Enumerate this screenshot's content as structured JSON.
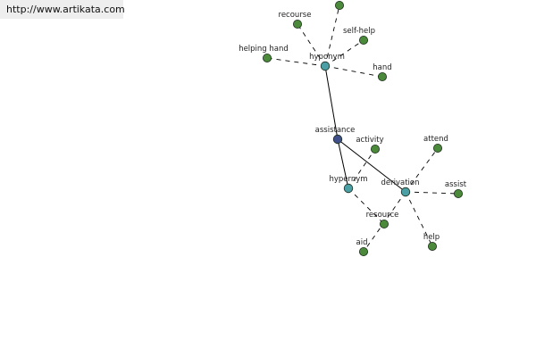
{
  "banner": {
    "url": "http://www.artikata.com"
  },
  "graph": {
    "colors": {
      "root": "#3f4f8a",
      "relation": "#4aa0a4",
      "word": "#4a8a3a",
      "node_stroke": "#1b2a1b",
      "edge": "#000000"
    },
    "nodes": [
      {
        "id": "assistance",
        "label": "assistance",
        "kind": "root"
      },
      {
        "id": "hyponym",
        "label": "hyponym",
        "kind": "relation"
      },
      {
        "id": "hypernym",
        "label": "hypernym",
        "kind": "relation"
      },
      {
        "id": "derivation",
        "label": "derivation",
        "kind": "relation"
      },
      {
        "id": "recourse",
        "label": "recourse",
        "kind": "word"
      },
      {
        "id": "unlabeled-top",
        "label": "",
        "kind": "word"
      },
      {
        "id": "self-help",
        "label": "self-help",
        "kind": "word"
      },
      {
        "id": "helping-hand",
        "label": "helping hand",
        "kind": "word"
      },
      {
        "id": "hand",
        "label": "hand",
        "kind": "word"
      },
      {
        "id": "activity",
        "label": "activity",
        "kind": "word"
      },
      {
        "id": "resource",
        "label": "resource",
        "kind": "word"
      },
      {
        "id": "aid",
        "label": "aid",
        "kind": "word"
      },
      {
        "id": "attend",
        "label": "attend",
        "kind": "word"
      },
      {
        "id": "assist",
        "label": "assist",
        "kind": "word"
      },
      {
        "id": "help",
        "label": "help",
        "kind": "word"
      }
    ],
    "edges": [
      {
        "from": "assistance",
        "to": "hyponym",
        "style": "solid"
      },
      {
        "from": "assistance",
        "to": "hypernym",
        "style": "solid"
      },
      {
        "from": "assistance",
        "to": "derivation",
        "style": "solid"
      },
      {
        "from": "hyponym",
        "to": "recourse",
        "style": "dashed"
      },
      {
        "from": "hyponym",
        "to": "unlabeled-top",
        "style": "dashed"
      },
      {
        "from": "hyponym",
        "to": "self-help",
        "style": "dashed"
      },
      {
        "from": "hyponym",
        "to": "helping-hand",
        "style": "dashed"
      },
      {
        "from": "hyponym",
        "to": "hand",
        "style": "dashed"
      },
      {
        "from": "hypernym",
        "to": "activity",
        "style": "dashed"
      },
      {
        "from": "hypernym",
        "to": "resource",
        "style": "dashed"
      },
      {
        "from": "derivation",
        "to": "attend",
        "style": "dashed"
      },
      {
        "from": "derivation",
        "to": "assist",
        "style": "dashed"
      },
      {
        "from": "derivation",
        "to": "help",
        "style": "dashed"
      },
      {
        "from": "derivation",
        "to": "aid",
        "style": "dashed"
      }
    ]
  }
}
